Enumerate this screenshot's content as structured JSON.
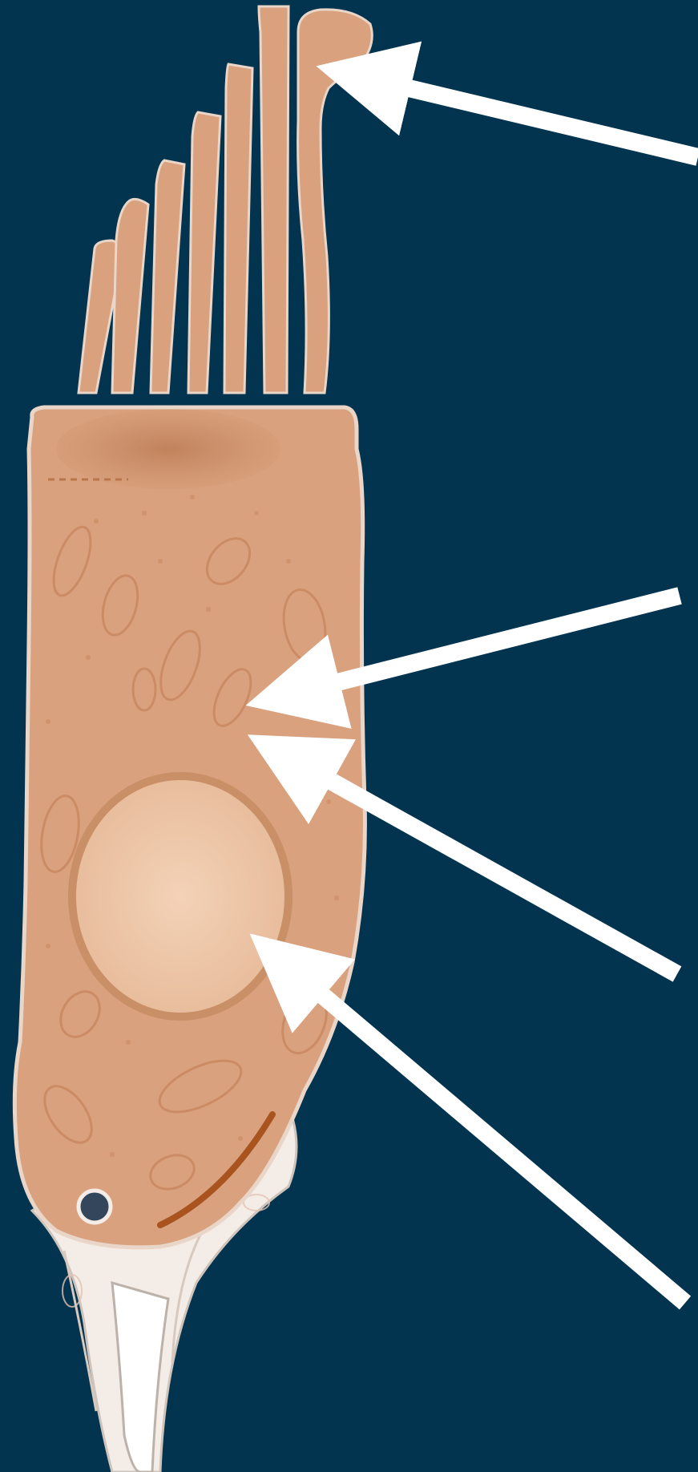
{
  "diagram": {
    "subject": "hair-cell",
    "colors": {
      "background": "#03344f",
      "cell_body": "#d9a17e",
      "cell_outline": "#e9d6c8",
      "organelle": "#c98a62",
      "nucleus_fill": "#edc3a3",
      "nucleus_ring": "#c98f66",
      "support_cells": "#f4ece6",
      "arrow": "#ffffff"
    },
    "arrows": [
      {
        "id": "arrow-kinocilium",
        "label": ""
      },
      {
        "id": "arrow-organelle-a",
        "label": ""
      },
      {
        "id": "arrow-organelle-b",
        "label": ""
      },
      {
        "id": "arrow-nucleus",
        "label": ""
      }
    ]
  }
}
